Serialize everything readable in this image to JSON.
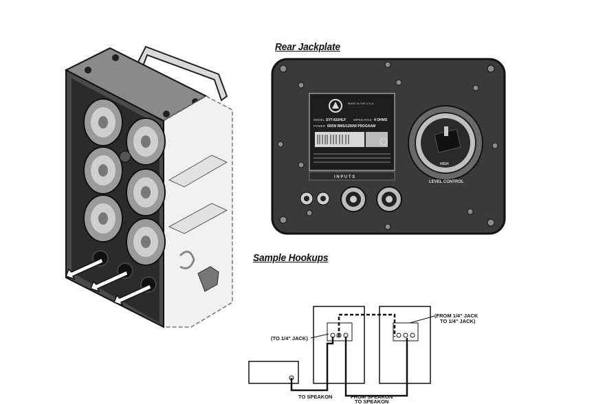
{
  "headings": {
    "rear_jackplate": "Rear Jackplate",
    "sample_hookups": "Sample Hookups"
  },
  "jackplate": {
    "made_in": "MADE IN THE U.S.A.",
    "model_label": "MODEL",
    "model_value": "SVT-810HLF",
    "impedance_label": "IMPEDANCE",
    "impedance_value": "4 OHMS",
    "power_label": "POWER",
    "power_value": "600W RMS/1200W PROGRAM",
    "inputs_label": "I N P U T S",
    "knob_label": "HIGH",
    "level_control": "LEVEL CONTROL"
  },
  "hookup": {
    "label_to_jack": "(TO 1/4\" JACK)",
    "label_from_jack_line1": "(FROM 1/4\" JACK",
    "label_from_jack_line2": "TO 1/4\" JACK)",
    "label_to_speakon": "TO SPEAKON",
    "label_from_speakon_line1": "FROM SPEAKON",
    "label_from_speakon_line2": "TO SPEAKON"
  },
  "colors": {
    "panel": "#3a3a3a",
    "panel_dark": "#1e1e1e",
    "line": "#111111",
    "label_bg": "#d8d8d8"
  }
}
